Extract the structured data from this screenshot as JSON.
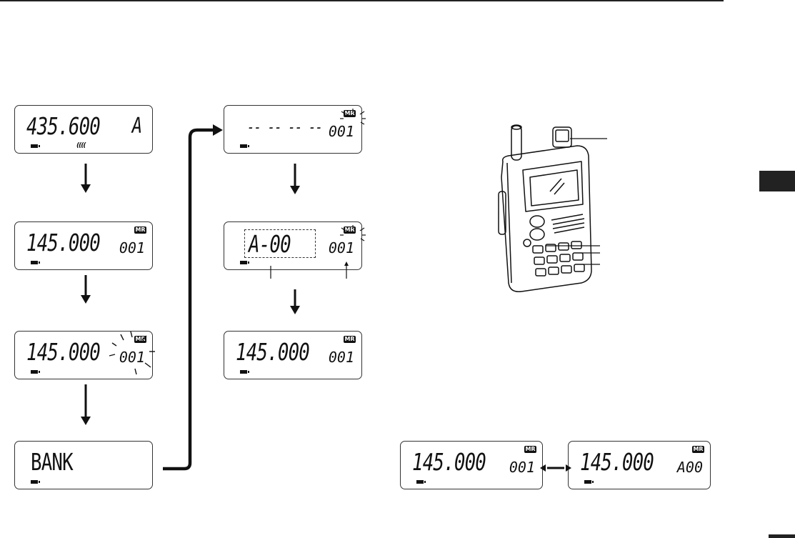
{
  "displays": {
    "d1": {
      "freq": "435.600",
      "ch": "A",
      "signal": "(((("
    },
    "d2": {
      "freq": "145.000",
      "ch": "001",
      "mr": "MR"
    },
    "d3": {
      "freq": "145.000",
      "ch": "001",
      "mr": "MR"
    },
    "d4": {
      "freq": "BANK"
    },
    "d5": {
      "freq": "-- -- -- --",
      "ch": "001",
      "mr": "MR"
    },
    "d6": {
      "freq": "A-00",
      "ch": "001",
      "mr": "MR"
    },
    "d7": {
      "freq": "145.000",
      "ch": "001",
      "mr": "MR"
    },
    "d8": {
      "freq": "145.000",
      "ch": "001",
      "mr": "MR"
    },
    "d9": {
      "freq": "145.000",
      "ch": "A00",
      "mr": "MR"
    }
  },
  "colors": {
    "ink": "#111111",
    "paper": "#ffffff"
  },
  "icons": [
    "down-arrow-icon",
    "battery-icon",
    "double-arrow-icon",
    "radio-illustration-icon"
  ]
}
